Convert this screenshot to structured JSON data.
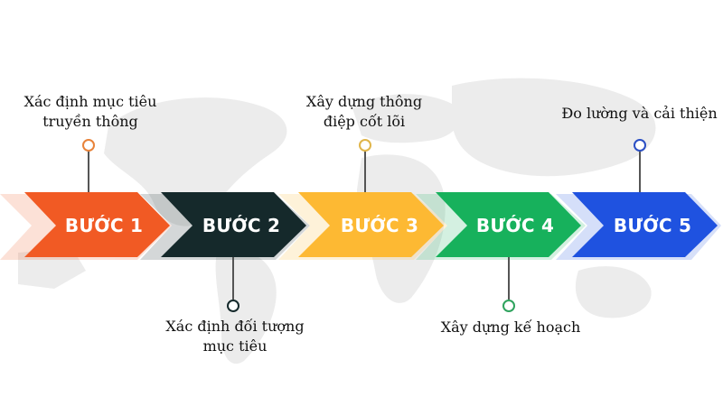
{
  "steps": [
    {
      "step_label": "BƯỚC 1",
      "description": [
        "Xác định mục tiêu",
        "truyền thông"
      ],
      "color": "#f15a24",
      "text_color": "#ffffff",
      "position": "top"
    },
    {
      "step_label": "BƯỚC 2",
      "description": [
        "Xác định đối tượng",
        "mục tiêu"
      ],
      "color": "#15292b",
      "text_color": "#ffffff",
      "position": "bottom"
    },
    {
      "step_label": "BƯỚC 3",
      "description": [
        "Xây dựng thông",
        "điệp cốt lõi"
      ],
      "color": "#fdb933",
      "text_color": "#ffffff",
      "position": "top"
    },
    {
      "step_label": "BƯỚC 4",
      "description": [
        "Xây dựng kế hoạch"
      ],
      "color": "#17b15c",
      "text_color": "#ffffff",
      "position": "bottom"
    },
    {
      "step_label": "BƯỚC 5",
      "description": [
        "Đo lường và cải thiện"
      ],
      "color": "#1f52e0",
      "text_color": "#ffffff",
      "position": "top"
    }
  ],
  "connector": {
    "line_color": "#555555",
    "circle_colors": [
      "#e8833a",
      "#15292b",
      "#e0b54a",
      "#2fa35e",
      "#2b4fc4"
    ]
  },
  "background": {
    "map_color": "#ececec"
  }
}
